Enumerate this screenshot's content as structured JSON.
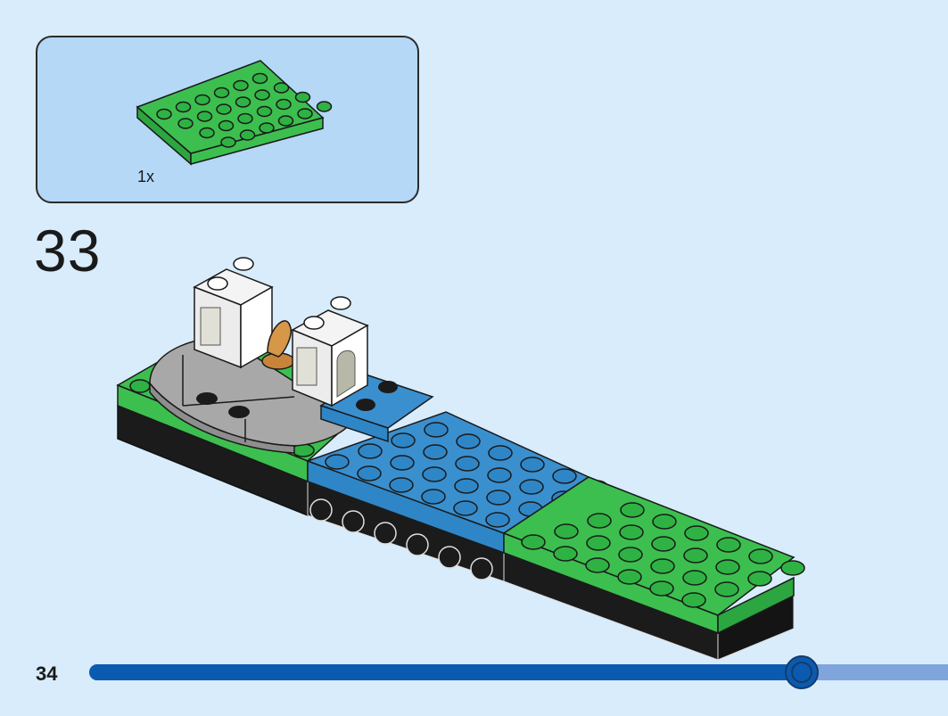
{
  "parts_callout": {
    "quantity_label": "1x",
    "part_color": "#3cbf4f"
  },
  "step": {
    "number": "33"
  },
  "footer": {
    "page_number": "34",
    "progress_fraction": 0.83,
    "progress_color": "#0a5bb0",
    "progress_rest_color": "#7fa5dc"
  }
}
